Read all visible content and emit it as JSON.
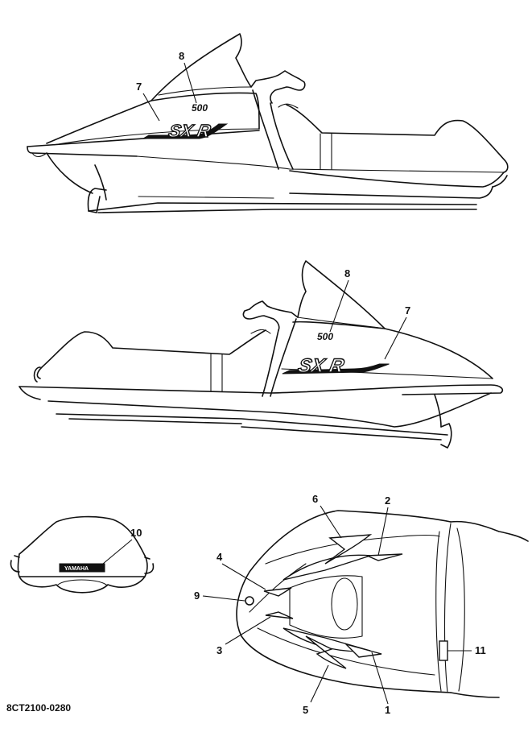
{
  "callouts": {
    "c1": "1",
    "c2": "2",
    "c3": "3",
    "c4": "4",
    "c5": "5",
    "c6": "6",
    "c7": "7",
    "c8": "8",
    "c9": "9",
    "c10": "10",
    "c11": "11"
  },
  "decals": {
    "model_logo": "SX R",
    "displacement": "500",
    "brand_mark": "YAMAHA"
  },
  "drawing_code": "8CT2100-0280"
}
